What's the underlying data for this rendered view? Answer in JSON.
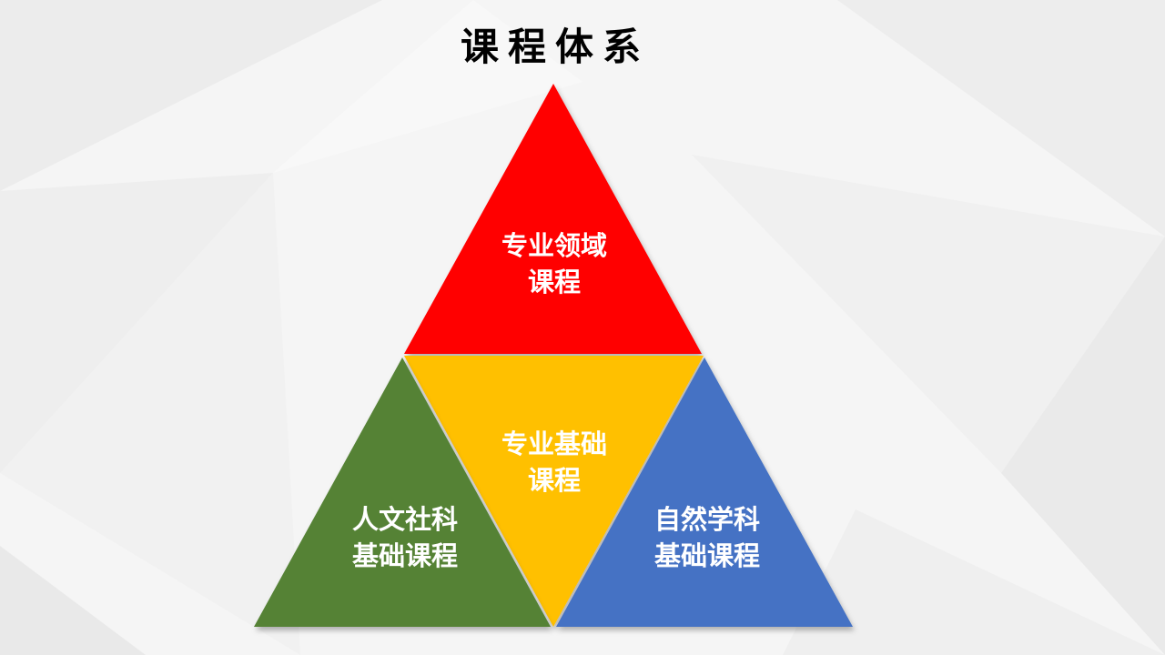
{
  "title": "课程体系",
  "colors": {
    "top": "#ff0000",
    "middle": "#ffc000",
    "left": "#548235",
    "right": "#4472c4",
    "label_text": "#ffffff",
    "background": "#f5f5f5"
  },
  "triangles": {
    "top": {
      "line1": "专业领域",
      "line2": "课程"
    },
    "middle": {
      "line1": "专业基础",
      "line2": "课程"
    },
    "left": {
      "line1": "人文社科",
      "line2": "基础课程"
    },
    "right": {
      "line1": "自然学科",
      "line2": "基础课程"
    }
  }
}
